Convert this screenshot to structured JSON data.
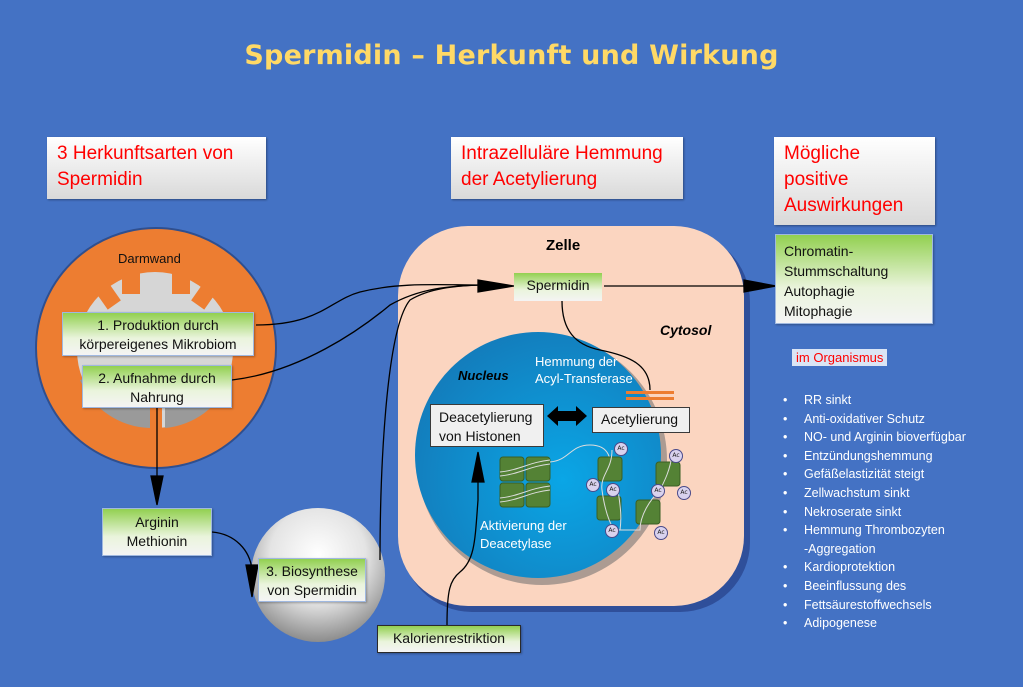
{
  "title": "Spermidin – Herkunft und Wirkung",
  "colors": {
    "background": "#4472C4",
    "title": "#FFD966",
    "header_text": "#FF0000",
    "gut_wall": "#ED7D31",
    "cell": "#FBD5C0",
    "nucleus": "#1E93D0",
    "histone": "#548235"
  },
  "headers": {
    "origins": "3 Herkunftsarten von Spermidin",
    "inhibition": "Intrazelluläre Hemmung der Acetylierung",
    "effects": "Mögliche positive Auswirkungen"
  },
  "gut": {
    "label": "Darmwand",
    "source1": "1.   Produktion durch körpereigenes Mikrobiom",
    "source2": "2. Aufnahme durch Nahrung"
  },
  "precursors": "Arginin Methionin",
  "biosynthesis": "3. Biosynthese von Spermidin",
  "calorie_restriction": "Kalorienrestriktion",
  "cell": {
    "label": "Zelle",
    "spermidin": "Spermidin",
    "cytosol": "Cytosol",
    "nucleus": "Nucleus",
    "acyl_inhibition": "Hemmung der Acyl-Transferase",
    "deacetylation": "Deacetylierung von Histonen",
    "acetylation": "Acetylierung",
    "deacetylase_activation": "Aktivierung der Deacetylase",
    "acetyl_tag": "Ac"
  },
  "cellular_effects": [
    "Chromatin-",
    "Stummschaltung",
    "Autophagie",
    "Mitophagie"
  ],
  "organism": {
    "label": "im Organismus",
    "items": [
      {
        "bullet": true,
        "text": "RR sinkt"
      },
      {
        "bullet": true,
        "text": "Anti-oxidativer Schutz"
      },
      {
        "bullet": true,
        "text": "NO- und Arginin bioverfügbar"
      },
      {
        "bullet": true,
        "text": "Entzündungshemmung"
      },
      {
        "bullet": true,
        "text": "Gefäßelastizität steigt"
      },
      {
        "bullet": true,
        "text": "Zellwachstum sinkt"
      },
      {
        "bullet": true,
        "text": "Nekroserate sinkt"
      },
      {
        "bullet": true,
        "text": "Hemmung Thrombozyten"
      },
      {
        "bullet": false,
        "text": "-Aggregation"
      },
      {
        "bullet": true,
        "text": "Kardioprotektion"
      },
      {
        "bullet": true,
        "text": "Beeinflussung des"
      },
      {
        "bullet": true,
        "text": "Fettsäurestoffwechsels"
      },
      {
        "bullet": true,
        "text": "Adipogenese"
      }
    ]
  }
}
